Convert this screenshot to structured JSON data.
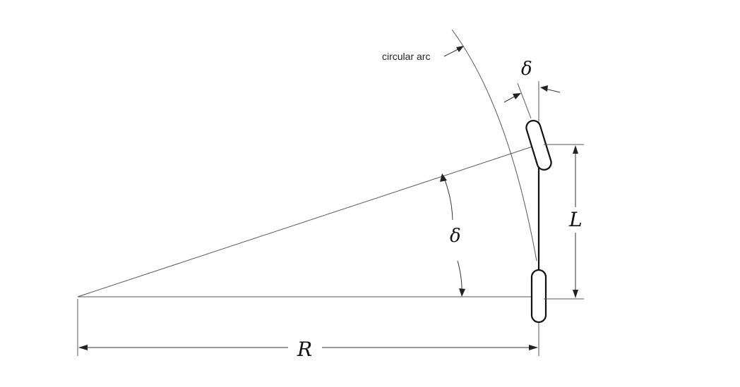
{
  "labels": {
    "arc_note": "circular arc",
    "steer_angle_top": "δ",
    "steer_angle_center": "δ",
    "wheelbase": "L",
    "radius": "R"
  }
}
